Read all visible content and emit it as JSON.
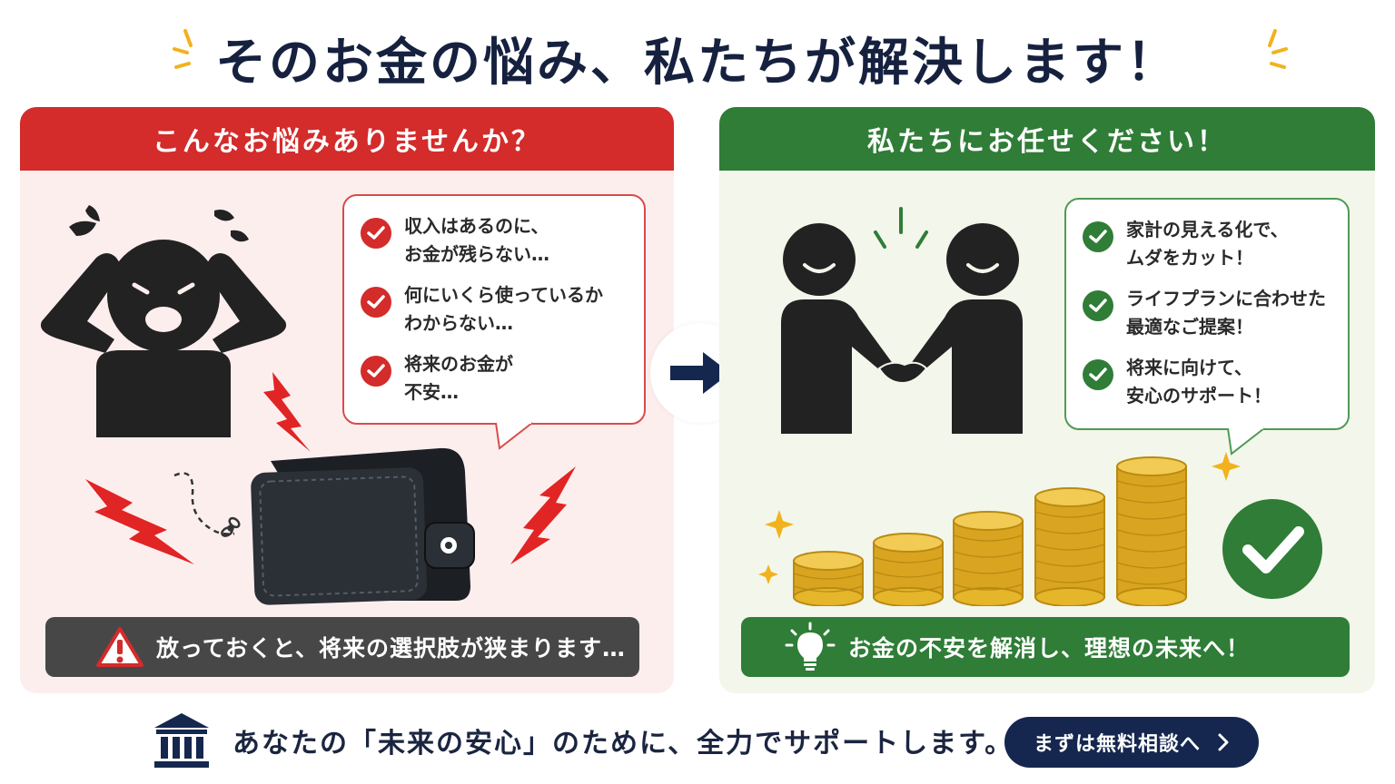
{
  "title": "そのお金の悩み、私たちが解決します！",
  "left_panel": {
    "header": "こんなお悩みありませんか？",
    "items": [
      {
        "line1": "収入はあるのに、",
        "line2": "お金が残らない…"
      },
      {
        "line1": "何にいくら使っているか",
        "line2": "わからない…"
      },
      {
        "line1": "将来のお金が",
        "line2": "不安…"
      }
    ],
    "bar_text": "放っておくと、将来の選択肢が狭まります…"
  },
  "right_panel": {
    "header": "私たちにお任せください！",
    "items": [
      {
        "line1": "家計の見える化で、",
        "line2": "ムダをカット！"
      },
      {
        "line1": "ライフプランに合わせた",
        "line2": "最適なご提案！"
      },
      {
        "line1": "将来に向けて、",
        "line2": "安心のサポート！"
      }
    ],
    "bar_text": "お金の不安を解消し、理想の未来へ！"
  },
  "bottom": {
    "text": "あなたの「未来の安心」のために、全力でサポートします。",
    "cta_label": "まずは無料相談へ"
  },
  "colors": {
    "red": "#d42b2b",
    "green": "#2f7d37",
    "navy": "#15274e",
    "gold": "#e5b52a"
  },
  "icons": [
    "sparkle-icon",
    "check-icon",
    "warning-icon",
    "lightbulb-icon",
    "arrow-right-icon",
    "bank-icon",
    "chevron-right-icon",
    "worried-person-icon",
    "wallet-icon",
    "lightning-icon",
    "handshake-icon",
    "coin-stack-icon",
    "big-check-icon"
  ]
}
